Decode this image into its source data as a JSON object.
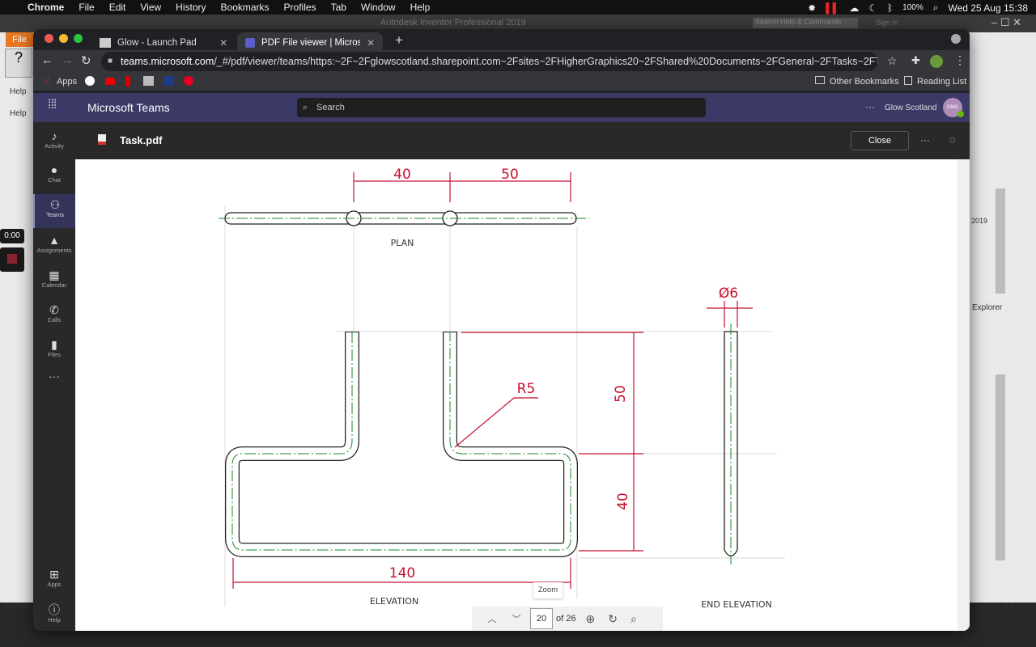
{
  "menubar": {
    "app": "Chrome",
    "items": [
      "File",
      "Edit",
      "View",
      "History",
      "Bookmarks",
      "Profiles",
      "Tab",
      "Window",
      "Help"
    ],
    "battery": "100%",
    "datetime": "Wed 25 Aug  15:38"
  },
  "inventor": {
    "title": "Autodesk Inventor Professional 2019",
    "file": "File",
    "help": "Help",
    "help2": "Help",
    "search": "Search Help & Commands",
    "signin": "Sign In",
    "year": "2019",
    "explorer": "Explorer",
    "forhelp": "For Help",
    "status": "0  0",
    "timer": "0:00"
  },
  "tabs": [
    {
      "label": "Glow - Launch Pad"
    },
    {
      "label": "PDF File viewer | Microsoft Tea"
    }
  ],
  "address": {
    "host": "teams.microsoft.com",
    "path": "/_#/pdf/viewer/teams/https:~2F~2Fglowscotland.sharepoint.com~2Fsites~2FHigherGraphics20~2FShared%20Documents~2FGeneral~2FTasks~2FTask%201%20-..."
  },
  "bookmarks": {
    "apps": "Apps",
    "other": "Other Bookmarks",
    "reading": "Reading List"
  },
  "teams": {
    "title": "Microsoft Teams",
    "search_placeholder": "Search",
    "org": "Glow Scotland",
    "more": "···",
    "avatar": "DMG"
  },
  "rail": [
    {
      "label": "Activity",
      "icon": "bell"
    },
    {
      "label": "Chat",
      "icon": "chat"
    },
    {
      "label": "Teams",
      "icon": "teams"
    },
    {
      "label": "Assignments",
      "icon": "bag"
    },
    {
      "label": "Calendar",
      "icon": "calendar"
    },
    {
      "label": "Calls",
      "icon": "phone"
    },
    {
      "label": "Files",
      "icon": "file"
    },
    {
      "label": "···",
      "icon": "more"
    }
  ],
  "rail_bottom": [
    {
      "label": "Apps"
    },
    {
      "label": "Help"
    }
  ],
  "file": {
    "name": "Task.pdf",
    "close": "Close",
    "more": "···"
  },
  "drawing": {
    "plan": "PLAN",
    "elevation": "ELEVATION",
    "end_elevation": "END ELEVATION",
    "dim_40_top": "40",
    "dim_50_top": "50",
    "dim_dia": "Ø6",
    "dim_r": "R5",
    "dim_50_v": "50",
    "dim_40_v": "40",
    "dim_140": "140"
  },
  "pager": {
    "page": "20",
    "of": "of 26",
    "tooltip": "Zoom"
  },
  "colors": {
    "teams_purple": "#3b3a66",
    "dim_red": "#c8102e",
    "center_green": "#1a8a2a"
  }
}
